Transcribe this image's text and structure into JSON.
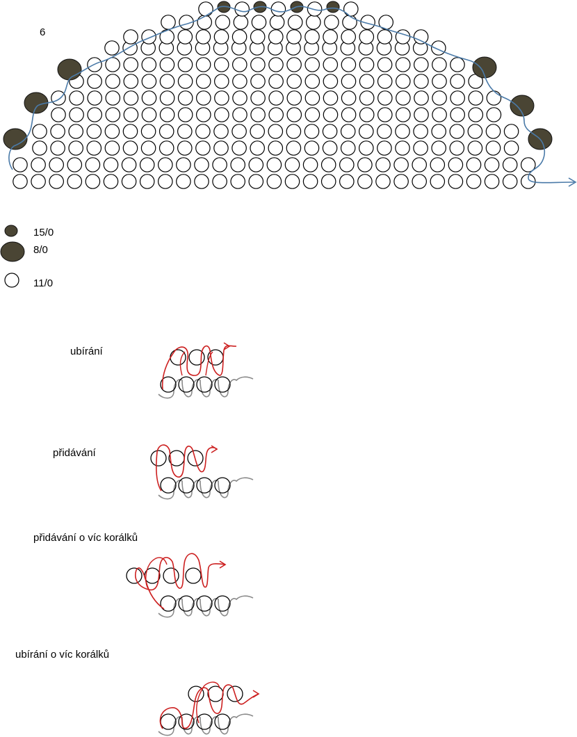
{
  "pattern": {
    "number": "6",
    "colors": {
      "bead_fill": "#ffffff",
      "bead_stroke": "#000000",
      "dark_bead": "#4a4534",
      "thread": "#4a7aa8"
    }
  },
  "legend": [
    {
      "label": "15/0",
      "bead": "small-dark-bead"
    },
    {
      "label": "8/0",
      "bead": "large-dark-bead"
    },
    {
      "label": "11/0",
      "bead": "white-bead"
    }
  ],
  "techniques": [
    {
      "label": "ubírání"
    },
    {
      "label": "přidávání"
    },
    {
      "label": "přidávání o víc korálků"
    },
    {
      "label": "ubírání o víc korálků"
    }
  ],
  "technique_colors": {
    "working_thread": "#cc1f1f",
    "base_thread": "#8a8a8a"
  }
}
